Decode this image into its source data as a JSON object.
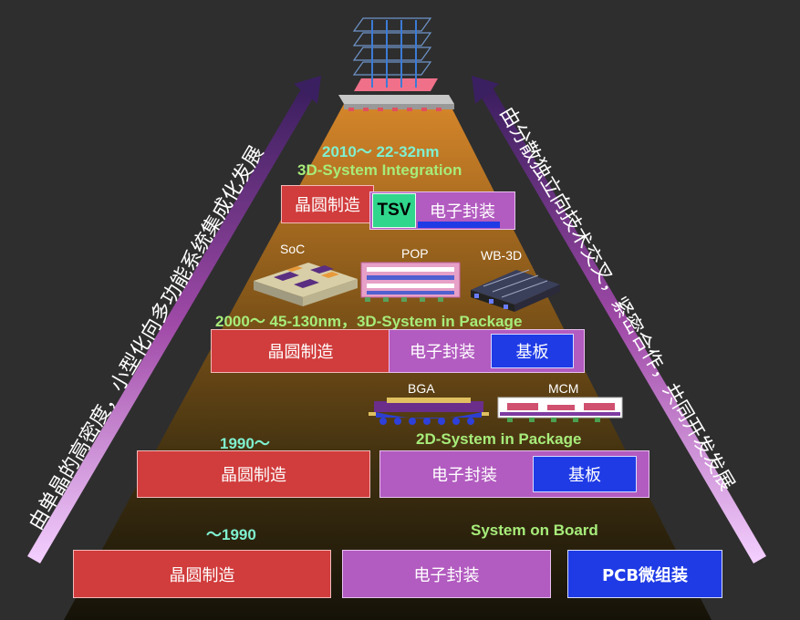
{
  "eras": [
    {
      "year": "2010～  22-32nm",
      "title": "3D-System Integration"
    },
    {
      "year": "2000～  45-130nm，3D-System in Package"
    },
    {
      "year": "1990～",
      "title": "2D-System in Package"
    },
    {
      "year": "～1990",
      "title": "System on Board"
    }
  ],
  "boxes": {
    "wafer": "晶圆制造",
    "package": "电子封装",
    "tsv": "TSV",
    "substrate": "基板",
    "pcb": "PCB微组装"
  },
  "packages": {
    "soc": "SoC",
    "pop": "POP",
    "wb3d": "WB-3D",
    "bga": "BGA",
    "mcm": "MCM"
  },
  "left_arrow_text": "由单晶的高密度，小型化向多功能系统集成化发展",
  "right_arrow_text": "由分散独立向技术交叉，紧密合作，共同开发发展",
  "colors": {
    "red": "#d13c3c",
    "purple": "#b25bc0",
    "blue": "#1f3be6",
    "cyan_text": "#7ff0cf",
    "green_text": "#a7ec7a"
  }
}
